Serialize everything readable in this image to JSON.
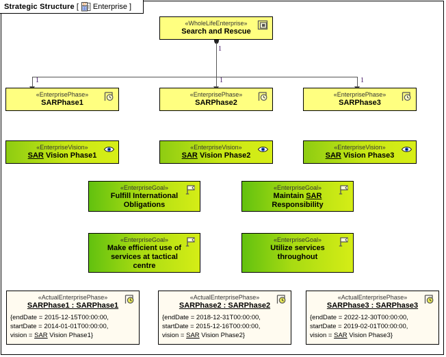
{
  "frame": {
    "title": "Strategic Structure",
    "bracket_open": "[",
    "bracket_close": "]",
    "tab_name": "Enterprise",
    "tab_icon": "stereotype-document-icon",
    "icon_label": "ST"
  },
  "colors": {
    "enterprise_fill": "#ffff80",
    "phase_fill": "#ffff80",
    "vision_fill_left": "#8ecc12",
    "vision_fill_right": "#d7ee17",
    "goal_fill_left": "#62c10f",
    "goal_fill_right": "#d5ed16",
    "actual_fill": "#fffbf0",
    "border": "#000000",
    "connector": "#555555",
    "multiplicity_text": "#3b0b5e",
    "eye_icon": "#1b4fd8",
    "clock_icon": "#e8e84a"
  },
  "root": {
    "stereotype": "«WholeLifeEnterprise»",
    "name": "Search and Rescue",
    "icon": "nested-squares-icon"
  },
  "phases": [
    {
      "stereotype": "«EnterprisePhase»",
      "name": "SARPhase1",
      "icon": "flag-clock-icon"
    },
    {
      "stereotype": "«EnterprisePhase»",
      "name": "SARPhase2",
      "icon": "flag-clock-icon"
    },
    {
      "stereotype": "«EnterprisePhase»",
      "name": "SARPhase3",
      "icon": "flag-clock-icon"
    }
  ],
  "visions": [
    {
      "stereotype": "«EnterpriseVision»",
      "name_prefix": "SAR",
      "name_rest": " Vision Phase1",
      "icon": "eye-icon"
    },
    {
      "stereotype": "«EnterpriseVision»",
      "name_prefix": "SAR",
      "name_rest": " Vision Phase2",
      "icon": "eye-icon"
    },
    {
      "stereotype": "«EnterpriseVision»",
      "name_prefix": "SAR",
      "name_rest": " Vision Phase3",
      "icon": "eye-icon"
    }
  ],
  "goals": [
    {
      "stereotype": "«EnterpriseGoal»",
      "line1": "Fulfill International",
      "line2": "Obligations",
      "line3": "",
      "icon": "flag-icon"
    },
    {
      "stereotype": "«EnterpriseGoal»",
      "line1_a": "Maintain ",
      "line1_b": "SAR",
      "line2": "Responsibility",
      "line3": "",
      "icon": "flag-icon"
    },
    {
      "stereotype": "«EnterpriseGoal»",
      "line1": "Make efficient use of",
      "line2": "services at tactical",
      "line3": "centre",
      "icon": "flag-icon"
    },
    {
      "stereotype": "«EnterpriseGoal»",
      "line1": "Utilize services",
      "line2": "throughout",
      "line3": "",
      "icon": "flag-icon"
    }
  ],
  "instances": [
    {
      "stereotype": "«ActualEnterprisePhase»",
      "name": "SARPhase1 : SARPhase1",
      "icon": "flag-clock-icon",
      "attr_end": "{endDate = 2015-12-15T00:00:00,",
      "attr_start": "startDate = 2014-01-01T00:00:00,",
      "attr_vision_label": "vision = ",
      "attr_vision_prefix": "SAR",
      "attr_vision_rest": " Vision Phase1}"
    },
    {
      "stereotype": "«ActualEnterprisePhase»",
      "name": "SARPhase2 : SARPhase2",
      "icon": "flag-clock-icon",
      "attr_end": "{endDate = 2018-12-31T00:00:00,",
      "attr_start": "startDate = 2015-12-16T00:00:00,",
      "attr_vision_label": "vision = ",
      "attr_vision_prefix": "SAR",
      "attr_vision_rest": " Vision Phase2}"
    },
    {
      "stereotype": "«ActualEnterprisePhase»",
      "name": "SARPhase3 : SARPhase3",
      "icon": "flag-clock-icon",
      "attr_end": "{endDate = 2022-12-30T00:00:00,",
      "attr_start": "startDate = 2019-02-01T00:00:00,",
      "attr_vision_label": "vision = ",
      "attr_vision_prefix": "SAR",
      "attr_vision_rest": " Vision Phase3}"
    }
  ],
  "multiplicities": {
    "root_end": "1",
    "phase1_end": "1",
    "phase2_end": "1",
    "phase3_end": "1"
  }
}
